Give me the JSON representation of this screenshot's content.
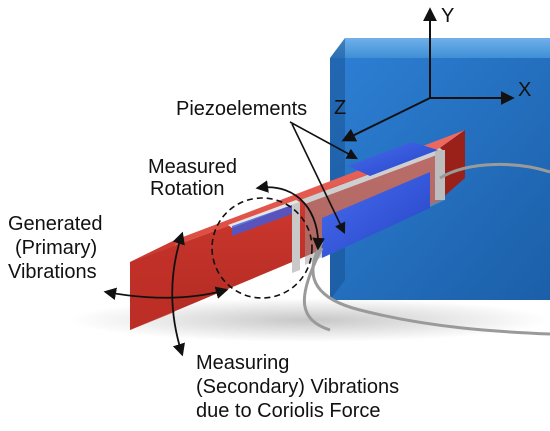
{
  "axes": {
    "y": "Y",
    "x": "X",
    "z": "Z"
  },
  "labels": {
    "piezoelements": "Piezoelements",
    "measured_rotation_line1": "Measured",
    "measured_rotation_line2": "Rotation",
    "generated_line1": "Generated",
    "generated_line2": "(Primary)",
    "generated_line3": "Vibrations",
    "measuring_line1": "Measuring",
    "measuring_line2": "(Secondary) Vibrations",
    "measuring_line3": "due to Coriolis Force"
  },
  "colors": {
    "block": "#1f6fc4",
    "beam": "#d9453a",
    "piezo": "#2f55d6",
    "frame": "#b7b7b7"
  }
}
